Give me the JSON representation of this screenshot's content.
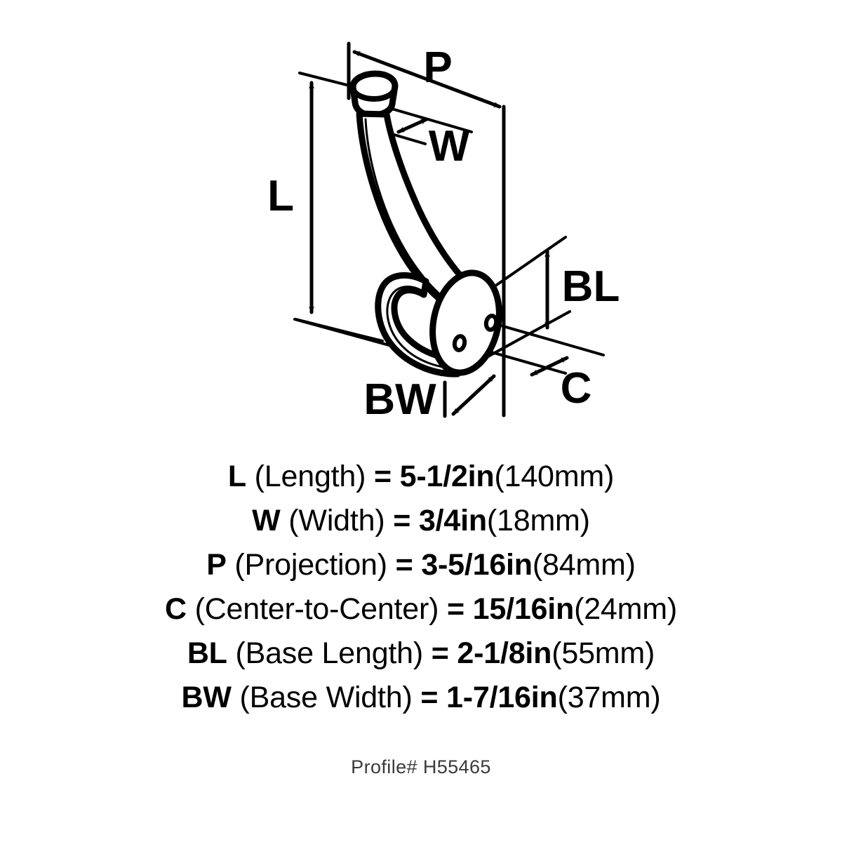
{
  "diagram": {
    "title": "coat-and-hat-hook-dimension-diagram",
    "labels": {
      "length": "L",
      "width": "W",
      "projection": "P",
      "center_to_center": "C",
      "base_length": "BL",
      "base_width": "BW"
    },
    "icons": {
      "knob": "hook-knob-icon",
      "upper_arm": "hook-upper-arm-icon",
      "lower_arm": "hook-lower-arm-icon",
      "base_plate": "hook-base-plate-icon",
      "screw_hole_upper": "screw-hole-icon",
      "screw_hole_lower": "screw-hole-icon"
    },
    "stroke_color": "#000000",
    "background_color": "#ffffff"
  },
  "specs": [
    {
      "code": "L",
      "name": " (Length) ",
      "equals": "= ",
      "imperial": "5-1/2in",
      "metric": "(140mm)"
    },
    {
      "code": "W",
      "name": " (Width) ",
      "equals": "= ",
      "imperial": "3/4in",
      "metric": "(18mm)"
    },
    {
      "code": "P",
      "name": " (Projection) ",
      "equals": "= ",
      "imperial": "3-5/16in",
      "metric": "(84mm)"
    },
    {
      "code": "C",
      "name": " (Center-to-Center) ",
      "equals": "= ",
      "imperial": "15/16in",
      "metric": "(24mm)"
    },
    {
      "code": "BL",
      "name": " (Base Length) ",
      "equals": "= ",
      "imperial": "2-1/8in",
      "metric": "(55mm)"
    },
    {
      "code": "BW",
      "name": " (Base Width) ",
      "equals": "= ",
      "imperial": "1-7/16in",
      "metric": "(37mm)"
    }
  ],
  "footer": {
    "profile_number": "Profile# H55465"
  }
}
